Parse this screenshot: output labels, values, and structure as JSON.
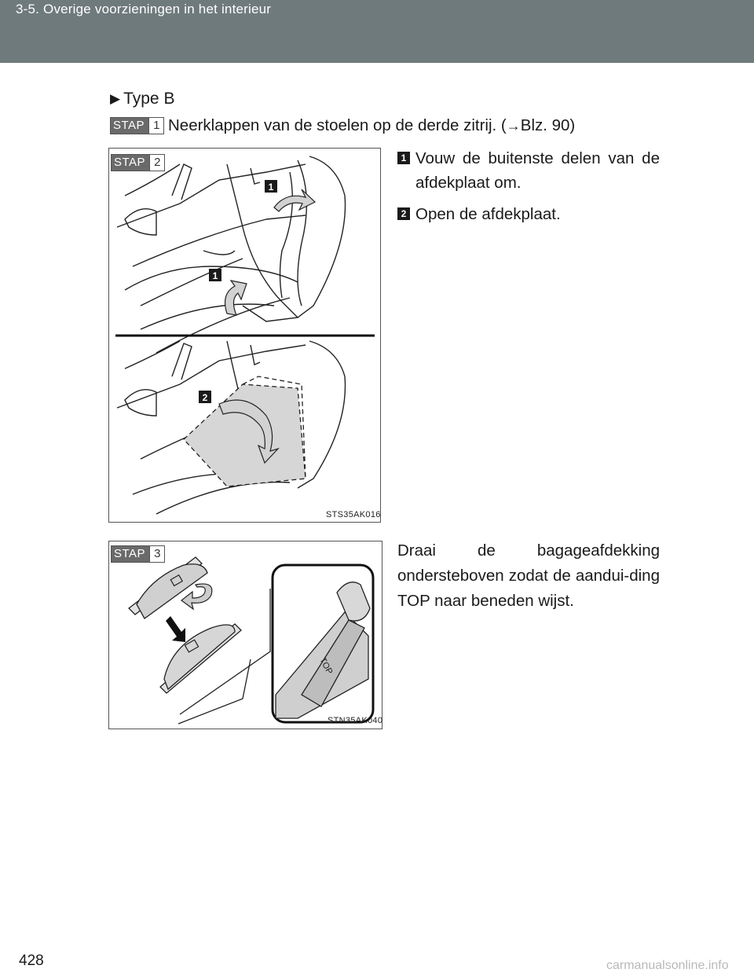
{
  "header": {
    "title": "3-5. Overige voorzieningen in het interieur"
  },
  "type_label": "Type B",
  "step1": {
    "stap": "STAP",
    "num": "1",
    "text_before": "Neerklappen van de stoelen op de derde zitrij. (",
    "arrow": "→",
    "text_after": "Blz. 90)"
  },
  "step2": {
    "stap": "STAP",
    "num": "2",
    "items": [
      {
        "num": "1",
        "text": "Vouw de buitenste delen van de afdekplaat om."
      },
      {
        "num": "2",
        "text": "Open de afdekplaat."
      }
    ],
    "figure_code": "STS35AK016",
    "callouts": [
      "1",
      "1",
      "2"
    ]
  },
  "step3": {
    "stap": "STAP",
    "num": "3",
    "text": "Draai de bagageafdekking ondersteboven zodat de aandui-ding TOP naar beneden wijst.",
    "figure_code": "STN35AK040",
    "top_mark": "TOP"
  },
  "page_number": "428",
  "watermark": "carmanualsonline.info"
}
